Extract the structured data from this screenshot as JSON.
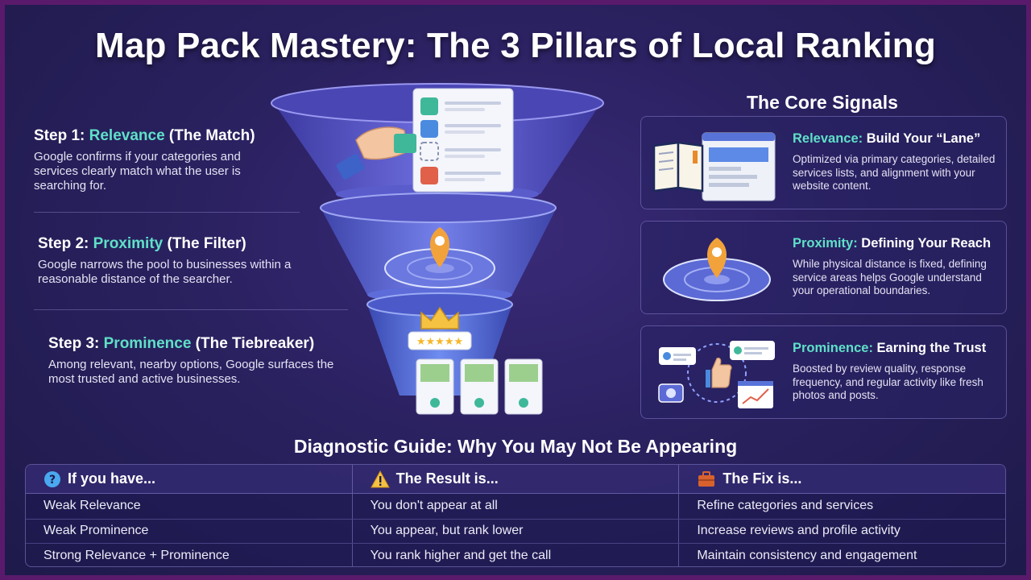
{
  "title": "Map Pack Mastery: The 3 Pillars of Local Ranking",
  "steps": [
    {
      "prefix": "Step 1: ",
      "pillar": "Relevance",
      "suffix": " (The Match)",
      "text": "Google confirms if your categories and services clearly match what the user is searching for."
    },
    {
      "prefix": "Step 2: ",
      "pillar": "Proximity",
      "suffix": " (The Filter)",
      "text": "Google narrows the pool to businesses within a reasonable distance of the searcher."
    },
    {
      "prefix": "Step 3: ",
      "pillar": "Prominence",
      "suffix": " (The Tiebreaker)",
      "text": "Among relevant, nearby options, Google surfaces the most trusted and active businesses."
    }
  ],
  "signals_title": "The Core Signals",
  "signals": [
    {
      "pillar": "Relevance:",
      "heading": " Build Your “Lane”",
      "text": "Optimized via primary categories, detailed services lists, and alignment with your website content.",
      "illustration": "book-and-website-icon"
    },
    {
      "pillar": "Proximity:",
      "heading": " Defining Your Reach",
      "text": "While physical distance is fixed, defining service areas helps Google understand your operational boundaries.",
      "illustration": "map-pin-icon"
    },
    {
      "pillar": "Prominence:",
      "heading": " Earning the Trust",
      "text": "Boosted by review quality, response frequency, and regular activity like fresh photos and posts.",
      "illustration": "thumbs-up-network-icon"
    }
  ],
  "diagnostic": {
    "title": "Diagnostic Guide: Why You May Not Be Appearing",
    "headers": [
      {
        "label": "If you have...",
        "icon": "question-icon"
      },
      {
        "label": "The Result is...",
        "icon": "warning-icon"
      },
      {
        "label": "The Fix is...",
        "icon": "toolbox-icon"
      }
    ],
    "rows": [
      [
        "Weak Relevance",
        "You don't appear at all",
        "Refine categories and services"
      ],
      [
        "Weak Prominence",
        "You appear, but rank lower",
        "Increase reviews and profile activity"
      ],
      [
        "Strong Relevance + Prominence",
        "You rank higher and get the call",
        "Maintain consistency and engagement"
      ]
    ]
  },
  "colors": {
    "accent": "#5fe0c8",
    "frame": "#5a1a6b",
    "background": "#2a2160",
    "pin": "#f2a23a",
    "gold": "#f5c242"
  }
}
